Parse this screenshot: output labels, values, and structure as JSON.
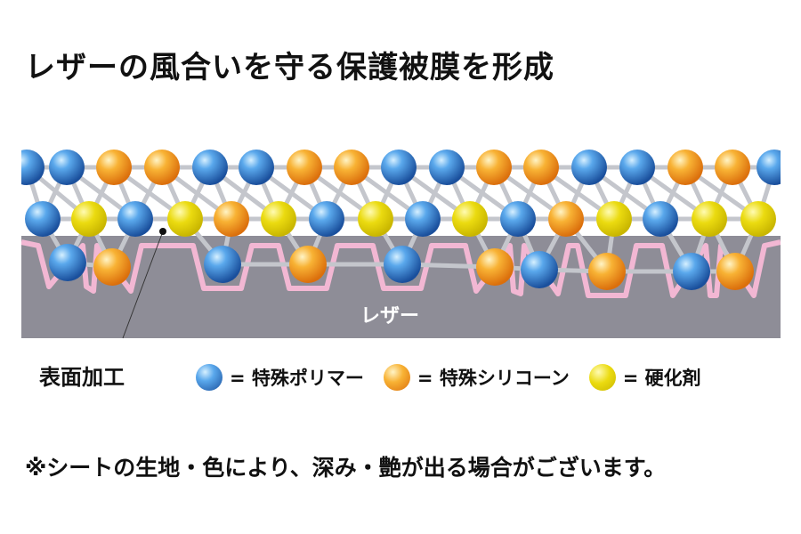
{
  "title": "レザーの風合いを守る保護被膜を形成",
  "diagram": {
    "leather_label": "レザー",
    "surface_label": "表面加工"
  },
  "legend": [
    {
      "label": "= 特殊ポリマー",
      "icon": "blue-sphere-icon",
      "color": "#2f78c9"
    },
    {
      "label": "= 特殊シリコーン",
      "icon": "orange-sphere-icon",
      "color": "#f39a1a"
    },
    {
      "label": "= 硬化剤",
      "icon": "yellow-sphere-icon",
      "color": "#e2d200"
    }
  ],
  "colors": {
    "leather": "#8e8d97",
    "coating_edge": "#f2b7d3",
    "bond": "#c4c6cc",
    "polymer": "#2f78c9",
    "silicone": "#f39a1a",
    "hardener": "#e2d200"
  },
  "note": "※シートの生地・色により、深み・艶が出る場合がございます。"
}
